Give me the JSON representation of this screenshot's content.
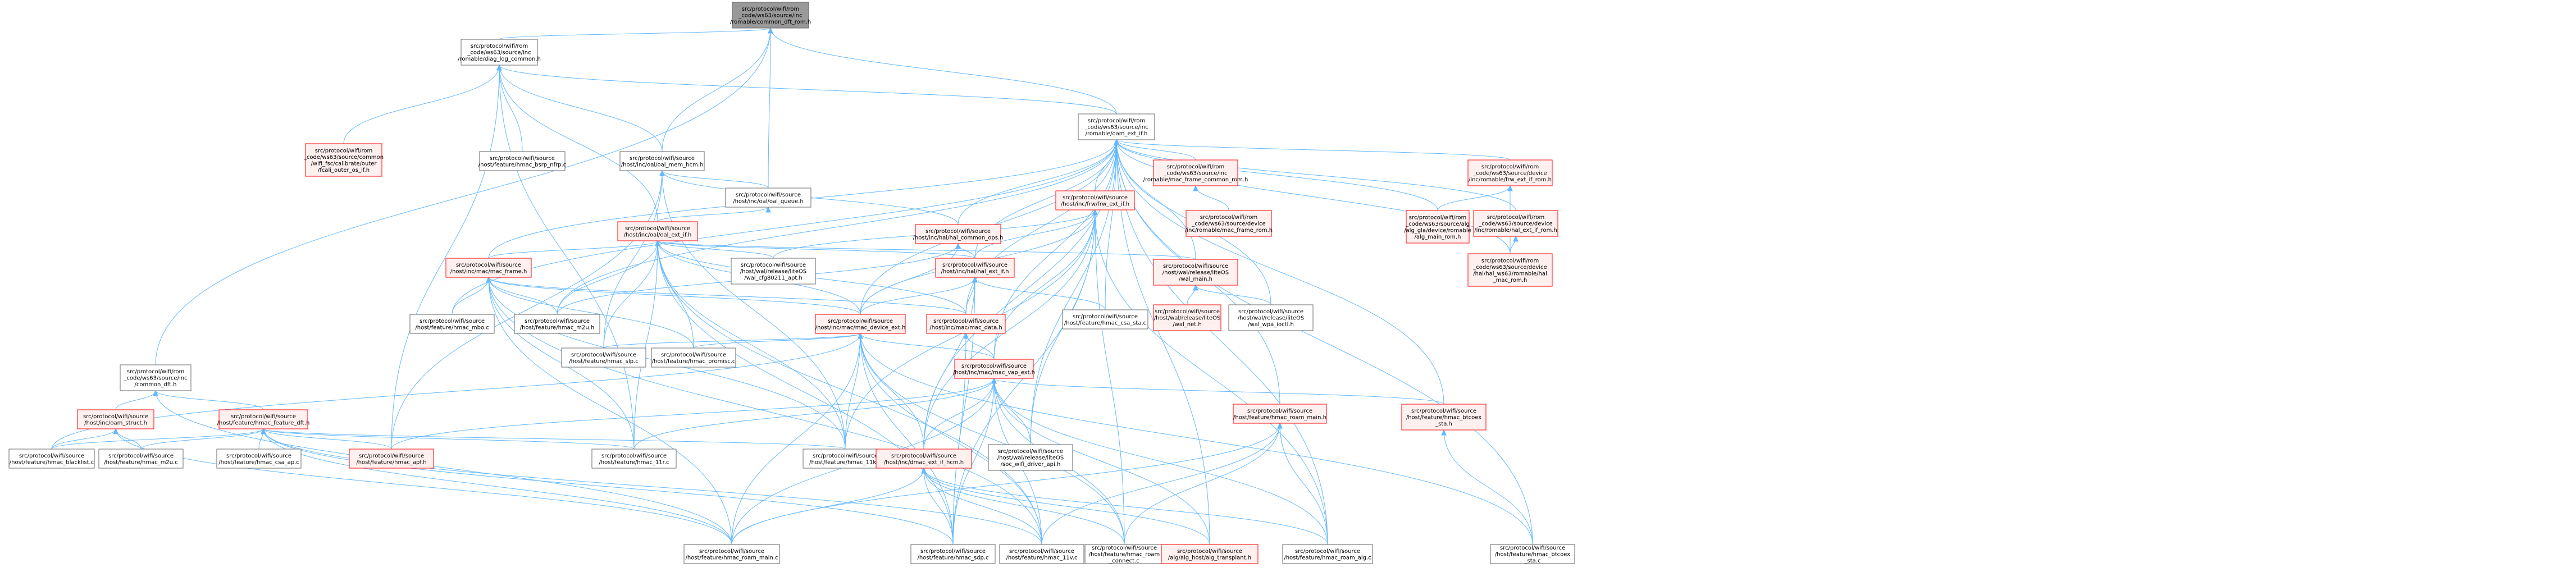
{
  "colors": {
    "root_fill": "#999999",
    "node_fill": "#ffffff",
    "node_border": "#666666",
    "highlight_fill": "#fff0f0",
    "highlight_border": "#ff0000",
    "highlight_text": "#ff0000",
    "edge": "#63b8ff"
  },
  "graph": {
    "nodes": [
      {
        "id": "root",
        "lines": [
          "src/protocol/wifi/rom",
          "_code/ws63/source/inc",
          "/romable/common_dft_rom.h"
        ],
        "style": "root"
      },
      {
        "id": "log_common",
        "lines": [
          "src/protocol/wifi/rom",
          "_code/ws63/source/inc",
          "/romable/diag_log_common.h"
        ],
        "style": "normal"
      },
      {
        "id": "oam_ext_if",
        "lines": [
          "src/protocol/wifi/rom",
          "_code/ws63/source/inc",
          "/romable/oam_ext_if.h"
        ],
        "style": "normal"
      },
      {
        "id": "wifi_fsc",
        "lines": [
          "src/protocol/wifi/rom",
          "_code/ws63/source/common",
          "/wifi_fsc/calibrate/outer",
          "/fcali_outer_os_if.h"
        ],
        "style": "highlight"
      },
      {
        "id": "bsrp_nfrp",
        "lines": [
          "src/protocol/wifi/source",
          "/host/feature/hmac_bsrp_nfrp.c"
        ],
        "style": "normal"
      },
      {
        "id": "oal_mem_hcm",
        "lines": [
          "src/protocol/wifi/source",
          "/host/inc/oal/oal_mem_hcm.h"
        ],
        "style": "normal"
      },
      {
        "id": "oal_queue",
        "lines": [
          "src/protocol/wifi/source",
          "/host/inc/oal/oal_queue.h"
        ],
        "style": "normal"
      },
      {
        "id": "oal_ext_if",
        "lines": [
          "src/protocol/wifi/source",
          "/host/inc/oal/oal_ext_if.h"
        ],
        "style": "highlight"
      },
      {
        "id": "common_dft",
        "lines": [
          "src/protocol/wifi/rom",
          "_code/ws63/source/inc",
          "/common_dft.h"
        ],
        "style": "normal"
      },
      {
        "id": "frw_ext_if",
        "lines": [
          "src/protocol/wifi/source",
          "/host/inc/frw/frw_ext_if.h"
        ],
        "style": "highlight"
      },
      {
        "id": "mac_frame_common_rom",
        "lines": [
          "src/protocol/wifi/rom",
          "_code/ws63/source/inc",
          "/romable/mac_frame_common_rom.h"
        ],
        "style": "highlight"
      },
      {
        "id": "frw_ext_if_rom",
        "lines": [
          "src/protocol/wifi/rom",
          "_code/ws63/source/device",
          "/inc/romable/frw_ext_if_rom.h"
        ],
        "style": "highlight"
      },
      {
        "id": "hal_common_ops",
        "lines": [
          "src/protocol/wifi/source",
          "/host/inc/hal/hal_common_ops.h"
        ],
        "style": "highlight"
      },
      {
        "id": "mac_frame_rom",
        "lines": [
          "src/protocol/wifi/rom",
          "_code/ws63/source/device",
          "/inc/romable/mac_frame_rom.h"
        ],
        "style": "highlight"
      },
      {
        "id": "alg_main_rom",
        "lines": [
          "src/protocol/wifi/rom",
          "_code/ws63/source/alg",
          "/alg_gla/device/romable",
          "/alg_main_rom.h"
        ],
        "style": "highlight"
      },
      {
        "id": "hal_ext_if_rom",
        "lines": [
          "src/protocol/wifi/rom",
          "_code/ws63/source/device",
          "/inc/romable/hal_ext_if_rom.h"
        ],
        "style": "highlight"
      },
      {
        "id": "mac_frame",
        "lines": [
          "src/protocol/wifi/source",
          "/host/inc/mac/mac_frame.h"
        ],
        "style": "highlight"
      },
      {
        "id": "cfg80211_api",
        "lines": [
          "src/protocol/wifi/source",
          "/host/wal/release/liteOS",
          "/wal_cfg80211_apt.h"
        ],
        "style": "normal"
      },
      {
        "id": "hal_ext_if",
        "lines": [
          "src/protocol/wifi/source",
          "/host/inc/hal/hal_ext_if.h"
        ],
        "style": "highlight"
      },
      {
        "id": "wal_main",
        "lines": [
          "src/protocol/wifi/source",
          "/host/wal/release/liteOS",
          "/wal_main.h"
        ],
        "style": "highlight"
      },
      {
        "id": "mac_rom",
        "lines": [
          "src/protocol/wifi/rom",
          "_code/ws63/source/device",
          "/hal/hal_ws63/romable/hal",
          "_mac_rom.h"
        ],
        "style": "highlight"
      },
      {
        "id": "hmac_mbo",
        "lines": [
          "src/protocol/wifi/source",
          "/host/feature/hmac_mbo.c"
        ],
        "style": "normal"
      },
      {
        "id": "hmac_m2u_h",
        "lines": [
          "src/protocol/wifi/source",
          "/host/feature/hmac_m2u.h"
        ],
        "style": "normal"
      },
      {
        "id": "mac_device_ext",
        "lines": [
          "src/protocol/wifi/source",
          "/host/inc/mac/mac_device_ext.h"
        ],
        "style": "highlight"
      },
      {
        "id": "mac_data",
        "lines": [
          "src/protocol/wifi/source",
          "/host/inc/mac/mac_data.h"
        ],
        "style": "highlight"
      },
      {
        "id": "hmac_csa_sta",
        "lines": [
          "src/protocol/wifi/source",
          "/host/feature/hmac_csa_sta.c"
        ],
        "style": "normal"
      },
      {
        "id": "wal_net",
        "lines": [
          "src/protocol/wifi/source",
          "/host/wal/release/liteOS",
          "/wal_net.h"
        ],
        "style": "highlight"
      },
      {
        "id": "wal_wpa_ioctl",
        "lines": [
          "src/protocol/wifi/source",
          "/host/wal/release/liteOS",
          "/wal_wpa_ioctl.h"
        ],
        "style": "normal"
      },
      {
        "id": "oam_struct",
        "lines": [
          "src/protocol/wifi/source",
          "/host/inc/oam_struct.h"
        ],
        "style": "highlight"
      },
      {
        "id": "hmac_feature_dft",
        "lines": [
          "src/protocol/wifi/source",
          "/host/feature/hmac_feature_dft.h"
        ],
        "style": "highlight"
      },
      {
        "id": "hmac_slp",
        "lines": [
          "src/protocol/wifi/source",
          "/host/feature/hmac_slp.c"
        ],
        "style": "normal"
      },
      {
        "id": "hmac_promisc",
        "lines": [
          "src/protocol/wifi/source",
          "/host/feature/hmac_promisc.c"
        ],
        "style": "normal"
      },
      {
        "id": "mac_vap_ext",
        "lines": [
          "src/protocol/wifi/source",
          "/host/inc/mac/mac_vap_ext.h"
        ],
        "style": "highlight"
      },
      {
        "id": "hmac_roam_main_h",
        "lines": [
          "src/protocol/wifi/source",
          "/host/feature/hmac_roam_main.h"
        ],
        "style": "highlight"
      },
      {
        "id": "hmac_btcoex_sta_h",
        "lines": [
          "src/protocol/wifi/source",
          "/host/feature/hmac_btcoex",
          "_sta.h"
        ],
        "style": "highlight"
      },
      {
        "id": "hmac_blacklist",
        "lines": [
          "src/protocol/wifi/source",
          "/host/feature/hmac_blacklist.c"
        ],
        "style": "normal"
      },
      {
        "id": "hmac_m2u_c",
        "lines": [
          "src/protocol/wifi/source",
          "/host/feature/hmac_m2u.c"
        ],
        "style": "normal"
      },
      {
        "id": "hmac_csa_ap",
        "lines": [
          "src/protocol/wifi/source",
          "/host/feature/hmac_csa_ap.c"
        ],
        "style": "normal"
      },
      {
        "id": "hmac_apf_h",
        "lines": [
          "src/protocol/wifi/source",
          "/host/feature/hmac_apf.h"
        ],
        "style": "highlight"
      },
      {
        "id": "hmac_11r",
        "lines": [
          "src/protocol/wifi/source",
          "/host/feature/hmac_11r.c"
        ],
        "style": "normal"
      },
      {
        "id": "hmac_11k",
        "lines": [
          "src/protocol/wifi/source",
          "/host/feature/hmac_11k.c"
        ],
        "style": "normal"
      },
      {
        "id": "dmac_ext_if_hcm",
        "lines": [
          "src/protocol/wifi/source",
          "/host/inc/dmac_ext_if_hcm.h"
        ],
        "style": "highlight"
      },
      {
        "id": "soc_wifi_driver_api",
        "lines": [
          "src/protocol/wifi/source",
          "/host/wal/release/liteOS",
          "/soc_wifi_driver_api.h"
        ],
        "style": "normal"
      },
      {
        "id": "hmac_roam_main_c",
        "lines": [
          "src/protocol/wifi/source",
          "/host/feature/hmac_roam_main.c"
        ],
        "style": "normal"
      },
      {
        "id": "hmac_sdp",
        "lines": [
          "src/protocol/wifi/source",
          "/host/feature/hmac_sdp.c"
        ],
        "style": "normal"
      },
      {
        "id": "hmac_11v",
        "lines": [
          "src/protocol/wifi/source",
          "/host/feature/hmac_11v.c"
        ],
        "style": "normal"
      },
      {
        "id": "hmac_roam_connect",
        "lines": [
          "src/protocol/wifi/source",
          "/host/feature/hmac_roam",
          "_connect.c"
        ],
        "style": "normal"
      },
      {
        "id": "alg_transplant",
        "lines": [
          "src/protocol/wifi/source",
          "/alg/alg_host/alg_transplant.h"
        ],
        "style": "highlight"
      },
      {
        "id": "hmac_roam_alg",
        "lines": [
          "src/protocol/wifi/source",
          "/host/feature/hmac_roam_alg.c"
        ],
        "style": "normal"
      },
      {
        "id": "hmac_btcoex_sta_c",
        "lines": [
          "src/protocol/wifi/source",
          "/host/feature/hmac_btcoex",
          "_sta.c"
        ],
        "style": "normal"
      }
    ]
  }
}
